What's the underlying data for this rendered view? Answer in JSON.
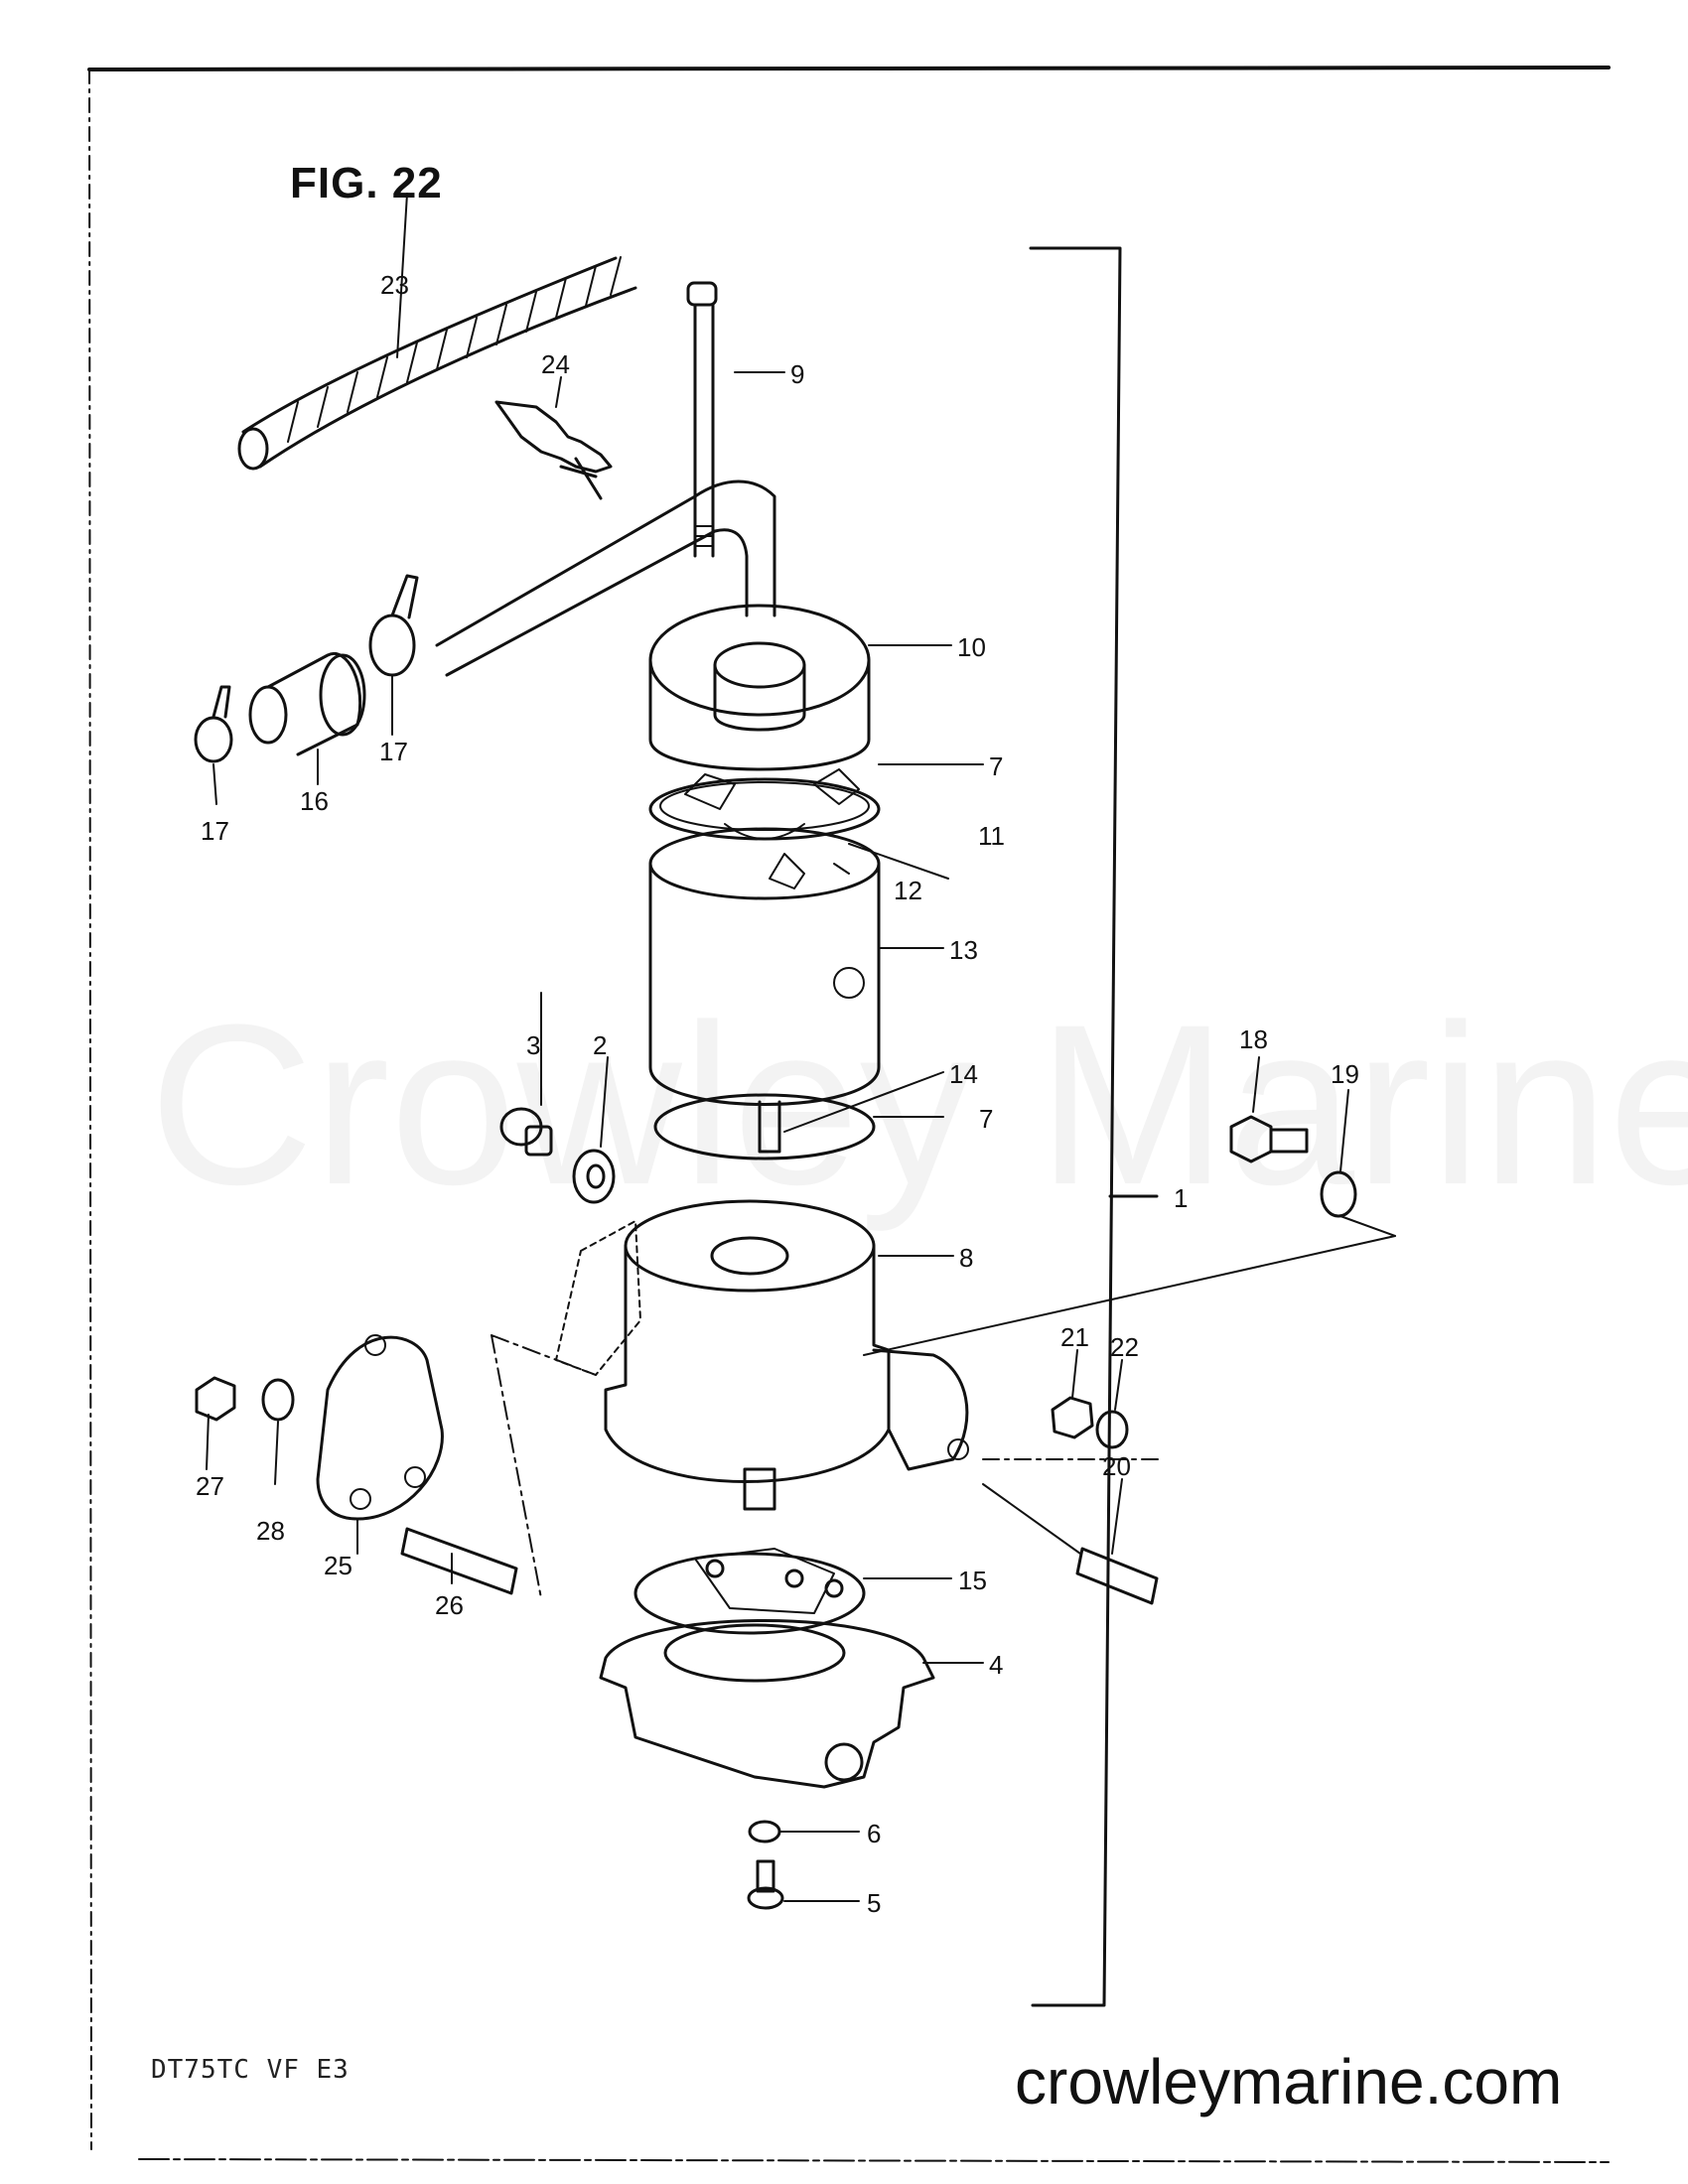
{
  "figure": {
    "title": "FIG. 22",
    "model": "DT75TC VF E3"
  },
  "branding": {
    "watermark": "Crowley Marine",
    "url": "crowleymarine.com"
  },
  "callouts": [
    {
      "id": "c1",
      "text": "1"
    },
    {
      "id": "c2",
      "text": "2"
    },
    {
      "id": "c3",
      "text": "3"
    },
    {
      "id": "c4",
      "text": "4"
    },
    {
      "id": "c5",
      "text": "5"
    },
    {
      "id": "c6",
      "text": "6"
    },
    {
      "id": "c7a",
      "text": "7"
    },
    {
      "id": "c7b",
      "text": "7"
    },
    {
      "id": "c8",
      "text": "8"
    },
    {
      "id": "c9",
      "text": "9"
    },
    {
      "id": "c10",
      "text": "10"
    },
    {
      "id": "c11",
      "text": "11"
    },
    {
      "id": "c12",
      "text": "12"
    },
    {
      "id": "c13",
      "text": "13"
    },
    {
      "id": "c14",
      "text": "14"
    },
    {
      "id": "c15",
      "text": "15"
    },
    {
      "id": "c16",
      "text": "16"
    },
    {
      "id": "c17a",
      "text": "17"
    },
    {
      "id": "c17b",
      "text": "17"
    },
    {
      "id": "c18",
      "text": "18"
    },
    {
      "id": "c19",
      "text": "19"
    },
    {
      "id": "c20",
      "text": "20"
    },
    {
      "id": "c21",
      "text": "21"
    },
    {
      "id": "c22",
      "text": "22"
    },
    {
      "id": "c23",
      "text": "23"
    },
    {
      "id": "c24",
      "text": "24"
    },
    {
      "id": "c25",
      "text": "25"
    },
    {
      "id": "c26",
      "text": "26"
    },
    {
      "id": "c27",
      "text": "27"
    },
    {
      "id": "c28",
      "text": "28"
    }
  ]
}
